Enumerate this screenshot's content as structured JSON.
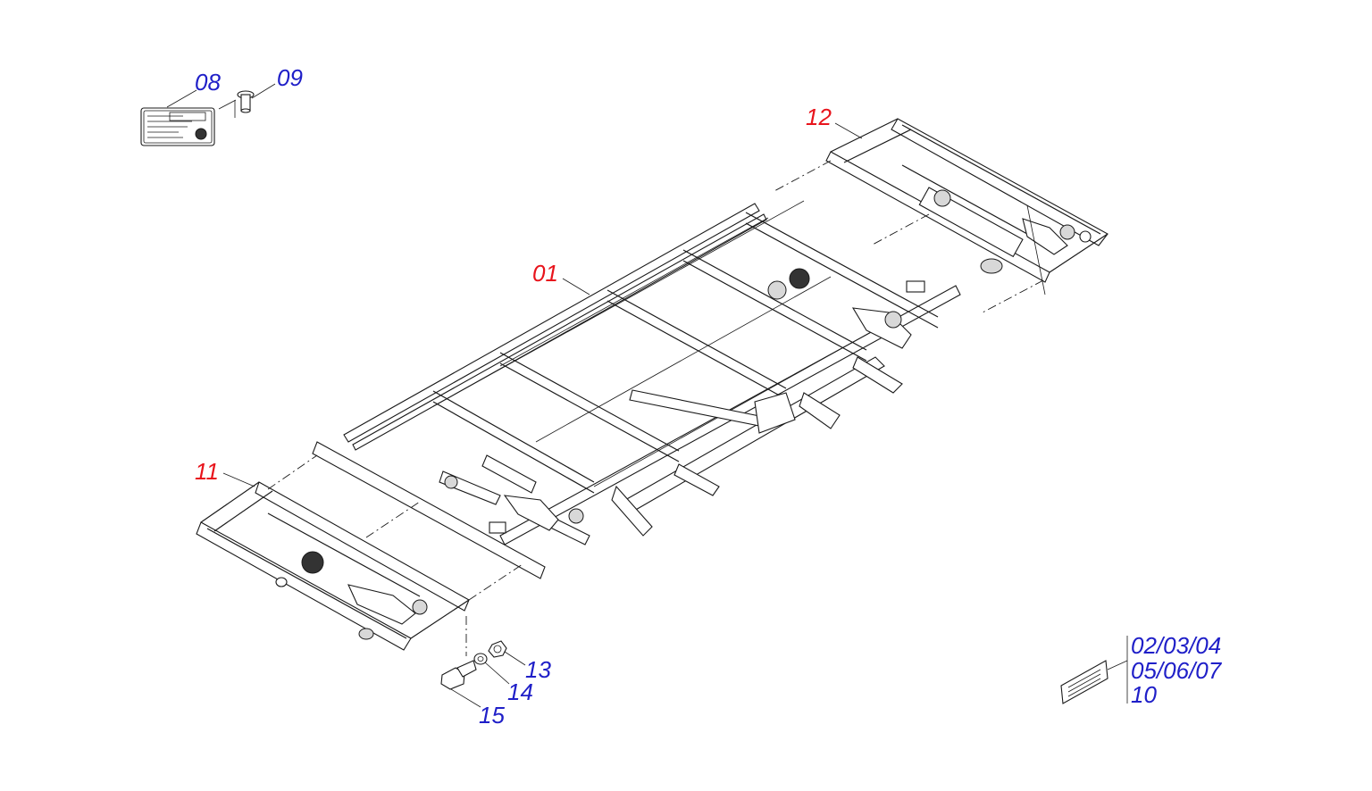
{
  "colors": {
    "primary_callout": "#e8141c",
    "secondary_callout": "#1f1fc8",
    "line": "#1a1a1a",
    "background": "#ffffff"
  },
  "callouts": {
    "c01": "01",
    "c08": "08",
    "c09": "09",
    "c11": "11",
    "c12": "12",
    "c13": "13",
    "c14": "14",
    "c15": "15",
    "decals_line1": "02/03/04",
    "decals_line2": "05/06/07",
    "decals_line3": "10"
  }
}
